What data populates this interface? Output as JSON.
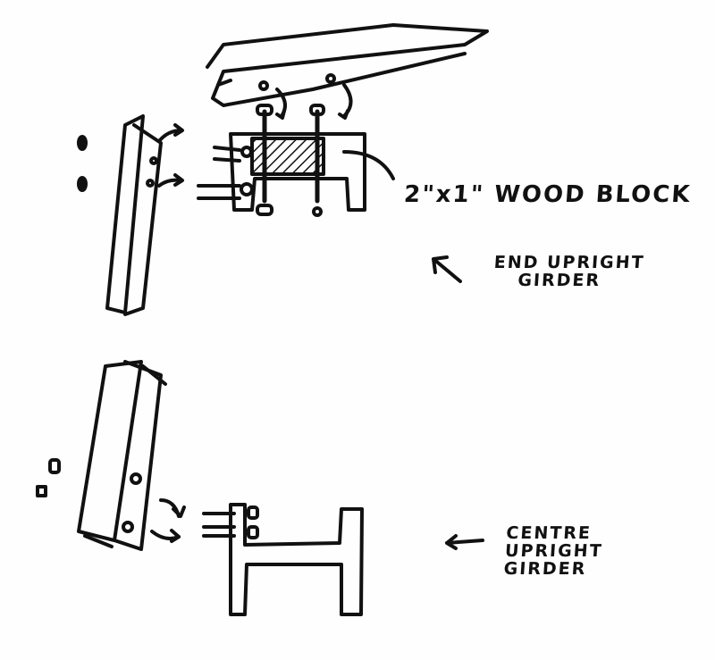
{
  "labels": {
    "wood_block": "2\"x1\" WOOD BLOCK",
    "end_upright": [
      "END UPRIGHT",
      "GIRDER"
    ],
    "centre_upright": [
      "CENTRE",
      "UPRIGHT",
      "GIRDER"
    ]
  },
  "colors": {
    "ink": "#111111",
    "paper": "#fefefe"
  }
}
